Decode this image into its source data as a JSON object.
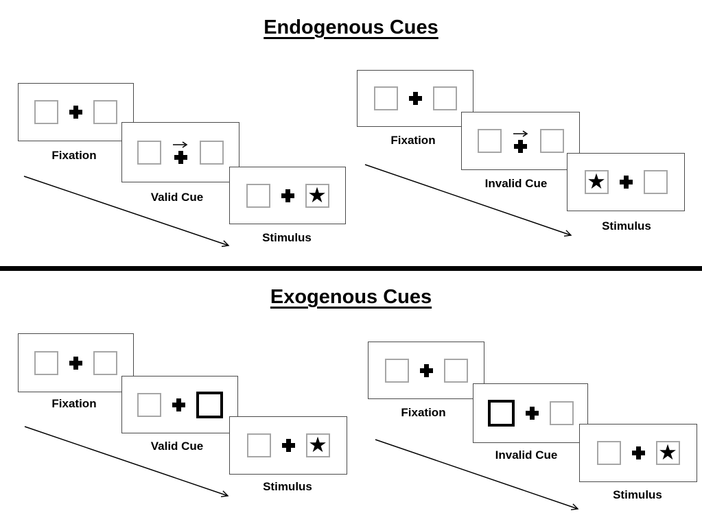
{
  "diagram": {
    "sections": [
      {
        "title": "Endogenous Cues",
        "valid": {
          "fixation_label": "Fixation",
          "cue_label": "Valid Cue",
          "stimulus_label": "Stimulus",
          "cue_description": "central arrow pointing right above fixation cross",
          "stimulus_side": "right"
        },
        "invalid": {
          "fixation_label": "Fixation",
          "cue_label": "Invalid Cue",
          "stimulus_label": "Stimulus",
          "cue_description": "central arrow pointing right above fixation cross",
          "stimulus_side": "left"
        }
      },
      {
        "title": "Exogenous Cues",
        "valid": {
          "fixation_label": "Fixation",
          "cue_label": "Valid Cue",
          "stimulus_label": "Stimulus",
          "cue_description": "bold outlined box on right",
          "stimulus_side": "right"
        },
        "invalid": {
          "fixation_label": "Fixation",
          "cue_label": "Invalid Cue",
          "stimulus_label": "Stimulus",
          "cue_description": "bold outlined box on left",
          "stimulus_side": "right"
        }
      }
    ]
  },
  "glyphs": {
    "star": "★"
  },
  "colors": {
    "ink": "#000000",
    "square_border": "#a6a6a6",
    "panel_border": "#4a4a4a",
    "background": "#ffffff"
  }
}
